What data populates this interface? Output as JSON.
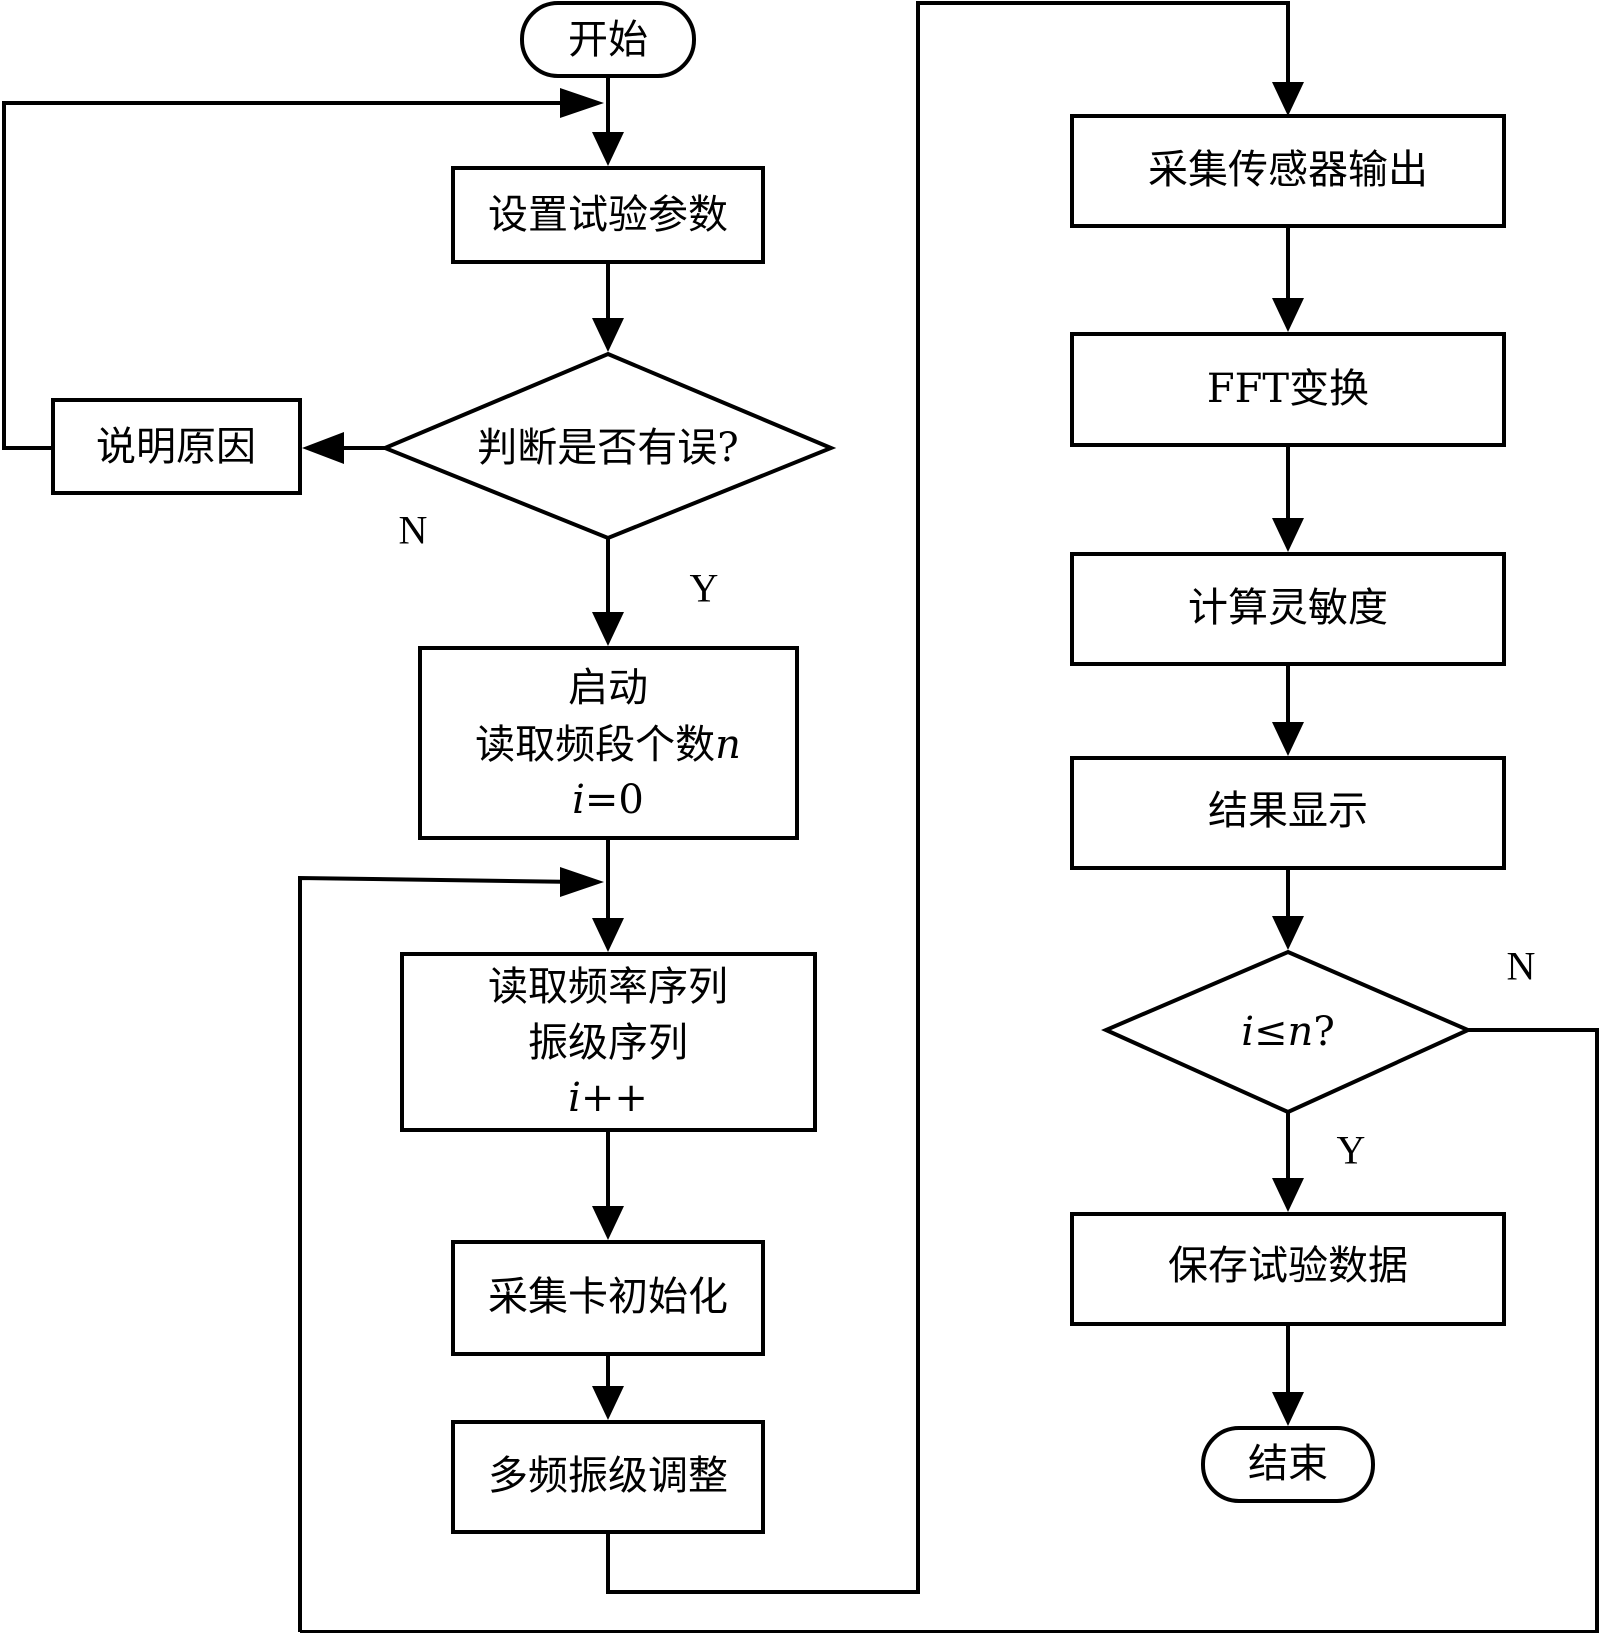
{
  "nodes": {
    "start": "开始",
    "set_params": "设置试验参数",
    "check_error": "判断是否有误?",
    "explain_reason": "说明原因",
    "launch_line1": "启动",
    "launch_line2_text": "读取频段个数",
    "launch_line2_var": "n",
    "launch_line3_var": "i",
    "launch_line3_rest": "=0",
    "read_freq_line1": "读取频率序列",
    "read_freq_line2": "振级序列",
    "read_freq_line3_var": "i",
    "read_freq_line3_rest": "++",
    "card_init": "采集卡初始化",
    "multi_freq_adjust": "多频振级调整",
    "collect_output": "采集传感器输出",
    "fft": "FFT变换",
    "calc_sensitivity": "计算灵敏度",
    "show_result": "结果显示",
    "loop_check_var1": "i",
    "loop_check_op": "≤",
    "loop_check_var2": "n",
    "loop_check_q": "?",
    "save_data": "保存试验数据",
    "end": "结束"
  },
  "labels": {
    "error_no": "N",
    "error_yes": "Y",
    "loop_no": "N",
    "loop_yes": "Y"
  }
}
